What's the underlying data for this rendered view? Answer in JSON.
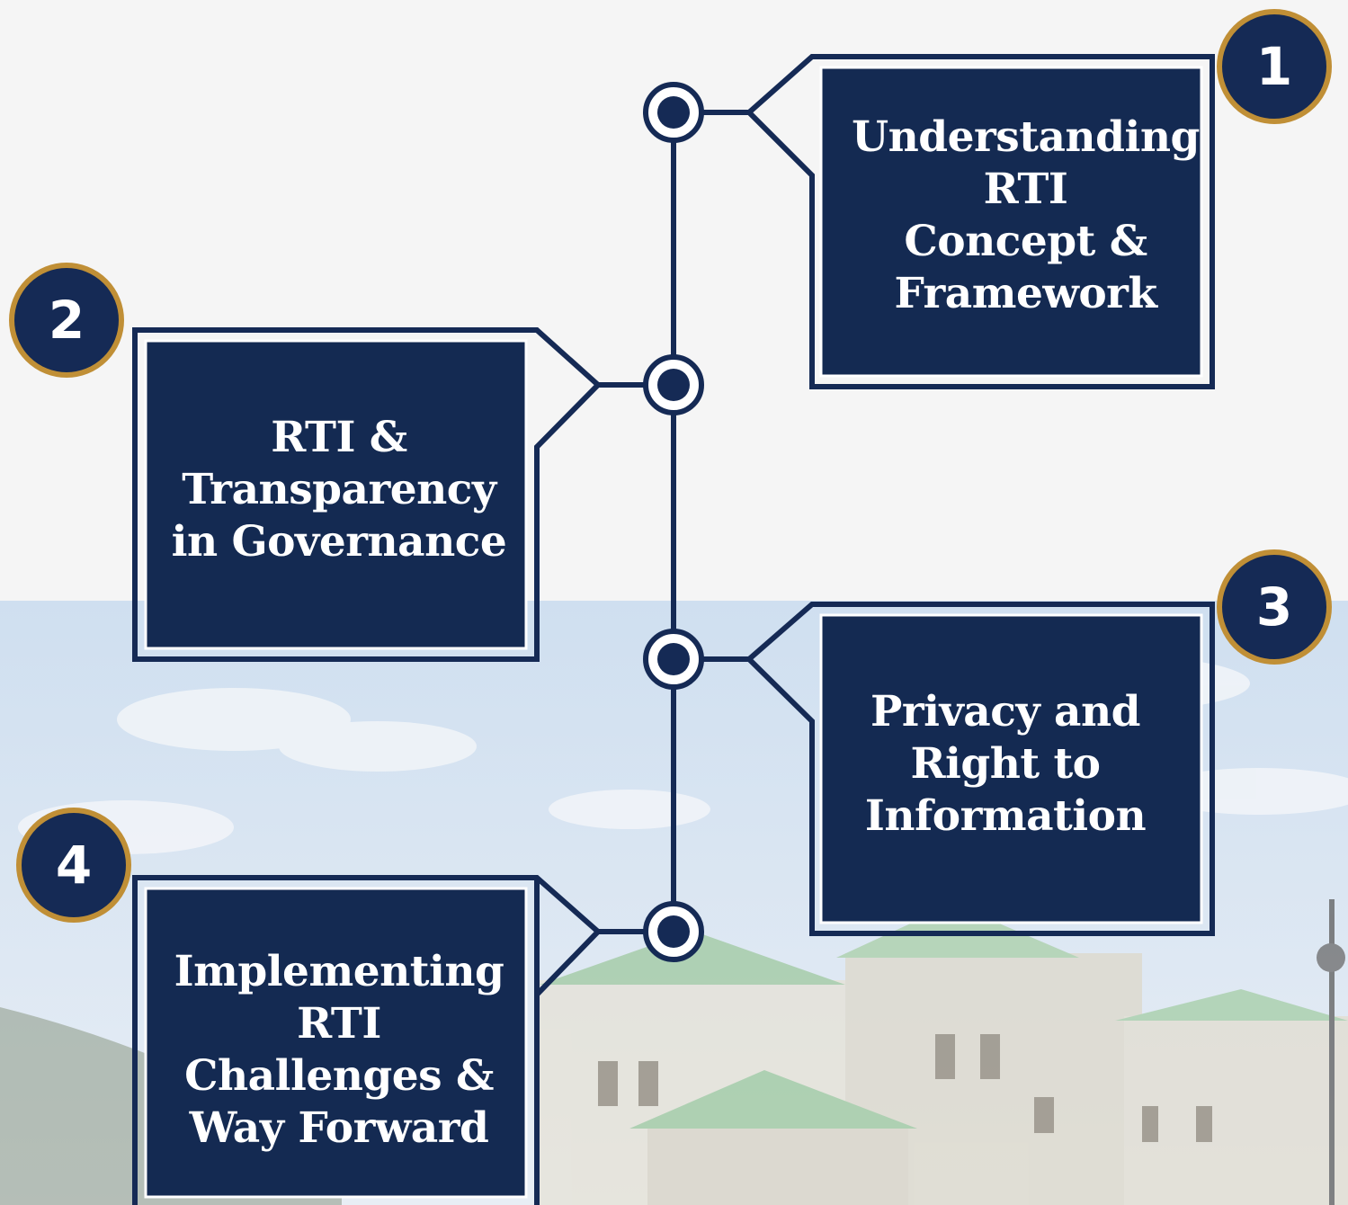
{
  "colors": {
    "box_fill": "#142a52",
    "box_outline": "#152a55",
    "badge_fill": "#152a55",
    "badge_ring": "#c08f36",
    "connector": "#152a55",
    "text": "#ffffff"
  },
  "steps": [
    {
      "number": "1",
      "lines": [
        "Understanding",
        "RTI",
        "Concept &",
        "Framework"
      ]
    },
    {
      "number": "2",
      "lines": [
        "RTI &",
        "Transparency",
        "in Governance"
      ]
    },
    {
      "number": "3",
      "lines": [
        "Privacy and",
        "Right to",
        "Information"
      ]
    },
    {
      "number": "4",
      "lines": [
        "Implementing",
        "RTI",
        "Challenges &",
        "Way Forward"
      ]
    }
  ]
}
